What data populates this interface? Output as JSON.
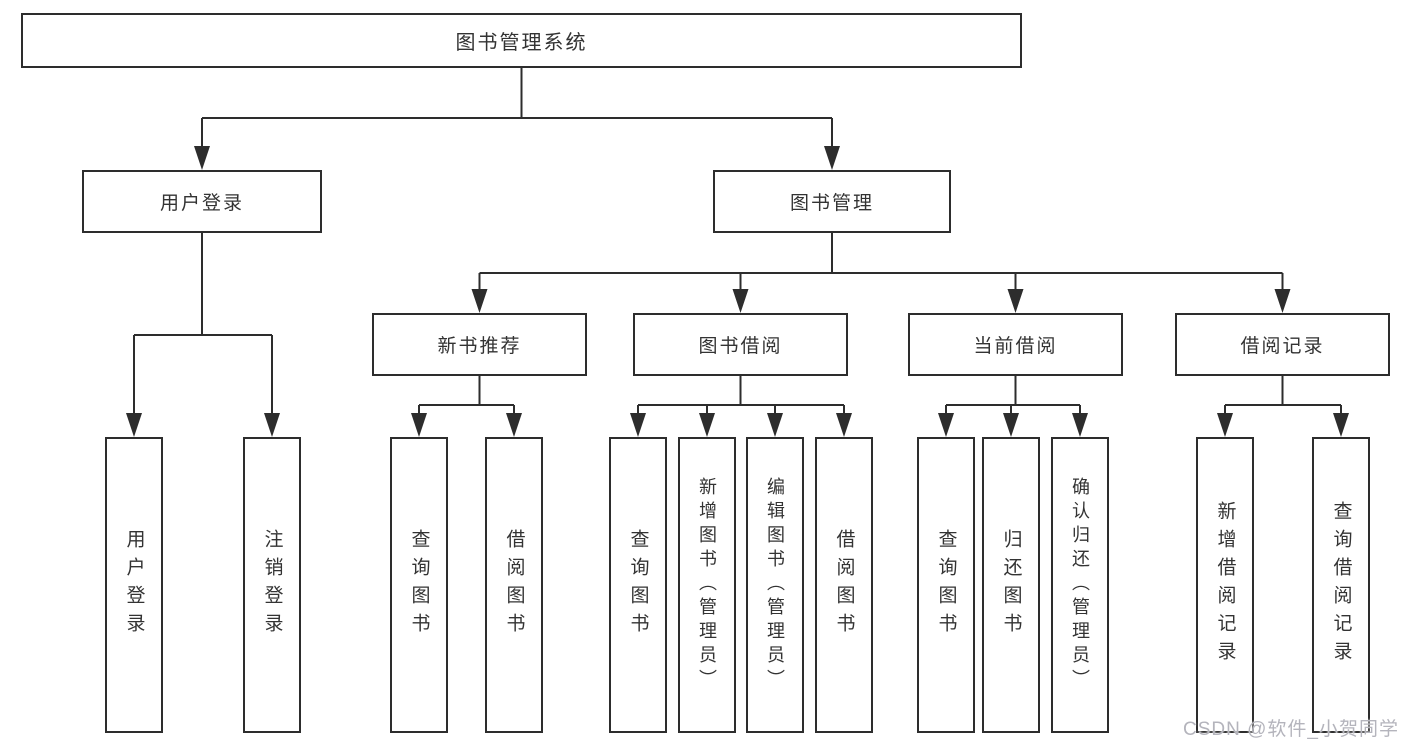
{
  "diagram": {
    "title": "图书管理系统",
    "branches": {
      "user_login": {
        "label": "用户登录",
        "leaves": [
          "用户登录",
          "注销登录"
        ]
      },
      "book_management": {
        "label": "图书管理",
        "sections": {
          "new_book_recommend": {
            "label": "新书推荐",
            "leaves": [
              "查询图书",
              "借阅图书"
            ]
          },
          "book_borrow": {
            "label": "图书借阅",
            "leaves": [
              "查询图书",
              "新增图书（管理员）",
              "编辑图书（管理员）",
              "借阅图书"
            ]
          },
          "current_borrow": {
            "label": "当前借阅",
            "leaves": [
              "查询图书",
              "归还图书",
              "确认归还（管理员）"
            ]
          },
          "borrow_records": {
            "label": "借阅记录",
            "leaves": [
              "新增借阅记录",
              "查询借阅记录"
            ]
          }
        }
      }
    },
    "watermark": "CSDN @软件_小贺同学",
    "colors": {
      "line": "#2d2d2d",
      "text": "#333333",
      "box_background": "#ffffff",
      "watermark": "#b4b4bc"
    }
  }
}
